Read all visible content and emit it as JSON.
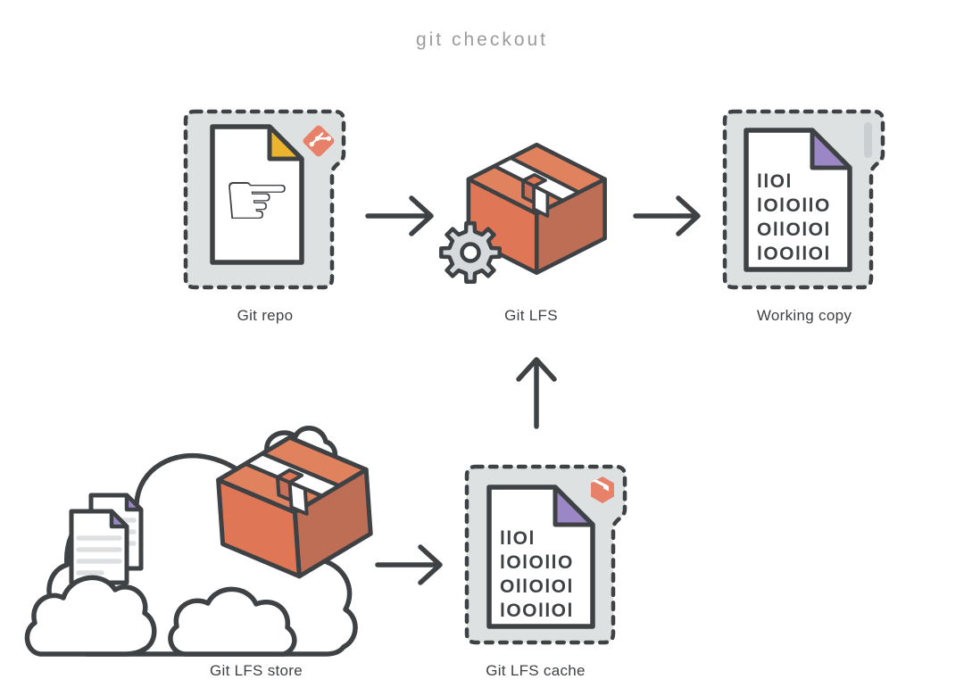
{
  "title": "git checkout",
  "nodes": {
    "git_repo": {
      "label": "Git repo",
      "icon": "pointer-file-document",
      "badge": "git-diamond-badge"
    },
    "git_lfs": {
      "label": "Git LFS",
      "icon": "package-box",
      "badge": "gear"
    },
    "working_copy": {
      "label": "Working copy",
      "icon": "binary-file-document",
      "badge": "gray-slot-bar"
    },
    "git_lfs_store": {
      "label": "Git LFS store",
      "icon": "cloud-with-package-and-documents"
    },
    "git_lfs_cache": {
      "label": "Git LFS cache",
      "icon": "binary-file-document",
      "badge": "package-badge"
    }
  },
  "binary_lines": [
    "1101",
    "1010110",
    "0110101",
    "1001101"
  ],
  "edges": [
    {
      "from": "git_repo",
      "to": "git_lfs",
      "direction": "right"
    },
    {
      "from": "git_lfs",
      "to": "working_copy",
      "direction": "right"
    },
    {
      "from": "git_lfs_store",
      "to": "git_lfs_cache",
      "direction": "right"
    },
    {
      "from": "git_lfs_cache",
      "to": "git_lfs",
      "direction": "up"
    }
  ],
  "colors": {
    "outline": "#3f4245",
    "panel_gray": "#dee1e2",
    "orange": "#e07a58",
    "orange_top": "#e1825e",
    "orange_dark": "#be6e55",
    "orange_badge": "#e8816a",
    "yellow": "#ecb42d",
    "purple": "#9c87c6",
    "gear_gray": "#d6dadc",
    "doc_line_gray": "#dddfe0",
    "slot_bar_gray": "#c9ced0",
    "title_gray": "#9b9b9b",
    "label_text": "#3f4245"
  }
}
